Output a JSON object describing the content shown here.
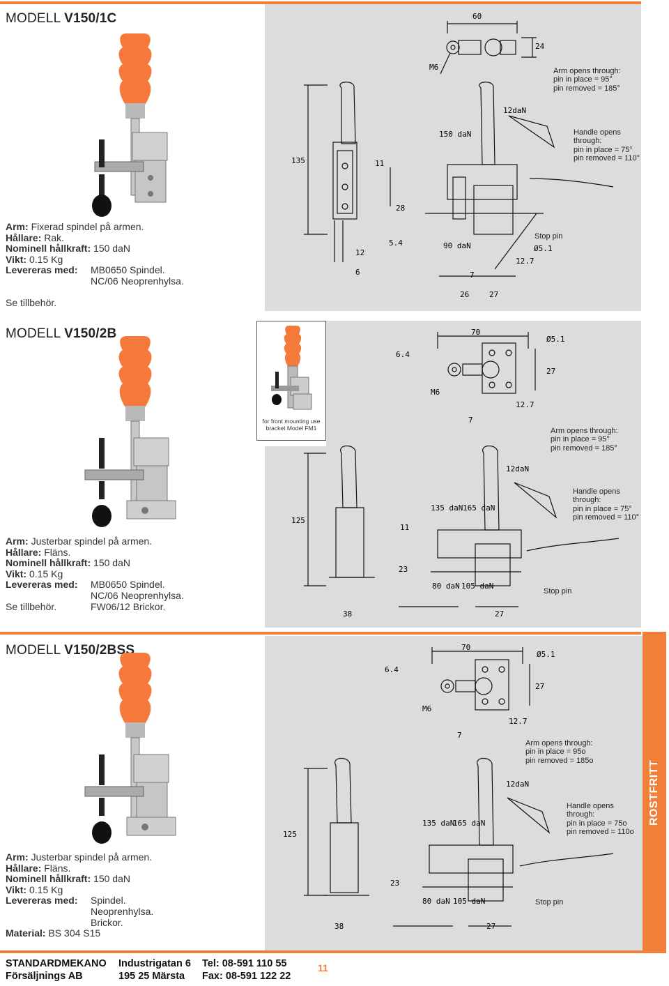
{
  "colors": {
    "accent": "#f07f3a",
    "drawing_bg": "#dcdcdc",
    "handle": "#f5793a"
  },
  "models": [
    {
      "title_prefix": "MODELL",
      "title_code": "V150/1C",
      "specs": [
        {
          "label": "Arm:",
          "value": "Fixerad spindel på armen."
        },
        {
          "label": "Hållare:",
          "value": "Rak."
        },
        {
          "label": "Nominell hållkraft:",
          "value": "150 daN"
        },
        {
          "label": "Vikt:",
          "value": "0.15 Kg"
        }
      ],
      "levereras_label": "Levereras med:",
      "levereras": [
        "MB0650 Spindel.",
        "NC/06 Neoprenhylsa."
      ],
      "footnote": "Se tillbehör.",
      "arm_note": [
        "Arm opens through:",
        "pin in place = 95°",
        "pin removed = 185°"
      ],
      "handle_note": [
        "Handle opens",
        "through:",
        "pin in place = 75°",
        "pin removed = 110°"
      ],
      "stop_pin": "Stop pin",
      "dims": {
        "top_w": "60",
        "top_h": "24",
        "thread": "M6",
        "force_side": "12daN",
        "force_up": "150 daN",
        "force_down": "90 daN",
        "height": "135",
        "d1": "11",
        "d2": "28",
        "d3": "5.4",
        "d4": "12",
        "d5": "6",
        "d6": "7",
        "d7": "26",
        "d8": "27",
        "d9": "12.7",
        "bore": "Ø5.1"
      }
    },
    {
      "title_prefix": "MODELL",
      "title_code": "V150/2B",
      "specs": [
        {
          "label": "Arm:",
          "value": "Justerbar spindel på armen."
        },
        {
          "label": "Hållare:",
          "value": "Fläns."
        },
        {
          "label": "Nominell hållkraft:",
          "value": "150 daN"
        },
        {
          "label": "Vikt:",
          "value": "0.15 Kg"
        }
      ],
      "levereras_label": "Levereras med:",
      "levereras": [
        "MB0650 Spindel.",
        "NC/06 Neoprenhylsa.",
        "FW06/12 Brickor."
      ],
      "footnote": "Se tillbehör.",
      "inset_caption": [
        "for front mounting use",
        "bracket Model FM1"
      ],
      "arm_note": [
        "Arm opens through:",
        "pin in place = 95°",
        "pin removed = 185°"
      ],
      "handle_note": [
        "Handle opens",
        "through:",
        "pin in place = 75°",
        "pin removed = 110°"
      ],
      "stop_pin": "Stop pin",
      "dims": {
        "top_w": "70",
        "bore": "Ø5.1",
        "d1": "6.4",
        "d2": "27",
        "thread": "M6",
        "d3": "7",
        "d4": "12.7",
        "force_side": "12daN",
        "force_up1": "135 daN",
        "force_up2": "165 daN",
        "height": "125",
        "d5": "11",
        "d6": "23",
        "force_down1": "80 daN",
        "force_down2": "105 daN",
        "d7": "38",
        "d8": "27"
      }
    },
    {
      "title_prefix": "MODELL",
      "title_code": "V150/2BSS",
      "specs": [
        {
          "label": "Arm:",
          "value": "Justerbar spindel på armen."
        },
        {
          "label": "Hållare:",
          "value": "Fläns."
        },
        {
          "label": "Nominell hållkraft:",
          "value": "150 daN"
        },
        {
          "label": "Vikt:",
          "value": "0.15 Kg"
        }
      ],
      "levereras_label": "Levereras med:",
      "levereras": [
        "Spindel.",
        "Neoprenhylsa.",
        "Brickor."
      ],
      "material_label": "Material:",
      "material": "BS 304 S15",
      "arm_note": [
        "Arm opens through:",
        "pin in place = 95o",
        "pin removed = 185o"
      ],
      "handle_note": [
        "Handle opens",
        "through:",
        "pin in place = 75o",
        "pin removed = 110o"
      ],
      "stop_pin": "Stop pin",
      "side_tab": "ROSTFRITT",
      "dims": {
        "top_w": "70",
        "bore": "Ø5.1",
        "d1": "6.4",
        "d2": "27",
        "thread": "M6",
        "d3": "7",
        "d4": "12.7",
        "force_side": "12daN",
        "force_up1": "135 daN",
        "force_up2": "165 daN",
        "height": "125",
        "d6": "23",
        "force_down1": "80 daN",
        "force_down2": "105 daN",
        "d7": "38",
        "d8": "27"
      }
    }
  ],
  "footer": {
    "company1": "STANDARDMEKANO",
    "company2": "Försäljnings AB",
    "addr1": "Industrigatan 6",
    "addr2": "195 25 Märsta",
    "tel": "Tel: 08-591 110 55",
    "fax": "Fax: 08-591 122 22",
    "page": "11"
  }
}
